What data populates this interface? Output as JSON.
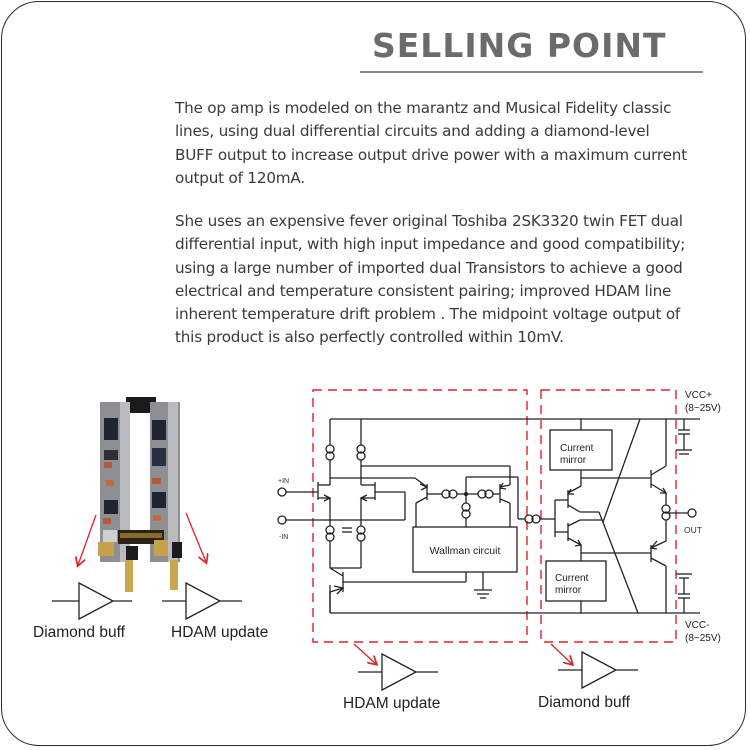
{
  "header": {
    "title": "SELLING POINT"
  },
  "paragraphs": [
    "The op amp is modeled on the marantz and Musical Fidelity classic\nlines, using dual differential circuits and adding a diamond-level\nBUFF output to increase output drive power with a maximum current\n output of 120mA.",
    "She uses an expensive fever original Toshiba 2SK3320 twin FET dual\ndifferential input, with high input impedance and good compatibility;\nusing a large number of imported dual Transistors to achieve a good\nelectrical and temperature consistent pairing; improved HDAM line\ninherent temperature drift problem . The midpoint voltage output of\nthis product is also perfectly controlled within 10mV."
  ],
  "product_photo": {
    "labels": [
      "Diamond buff",
      "HDAM update"
    ]
  },
  "schematic": {
    "inputs": [
      "+IN",
      "-IN"
    ],
    "output": "OUT",
    "vcc_plus": "VCC+",
    "vcc_plus_range": "(8~25V)",
    "vcc_minus": "VCC-",
    "vcc_minus_range": "(8~25V)",
    "blocks": {
      "wallman": "Wallman circuit",
      "current_mirror_top_1": "Current",
      "current_mirror_top_2": "mirror",
      "current_mirror_bottom_1": "Current",
      "current_mirror_bottom_2": "mirror"
    },
    "section_labels": [
      "HDAM update",
      "Diamond buff"
    ]
  },
  "colors": {
    "accent_dashed": "#d9232e",
    "title_gray": "#6b6b6d",
    "text": "#3a3a3a"
  }
}
